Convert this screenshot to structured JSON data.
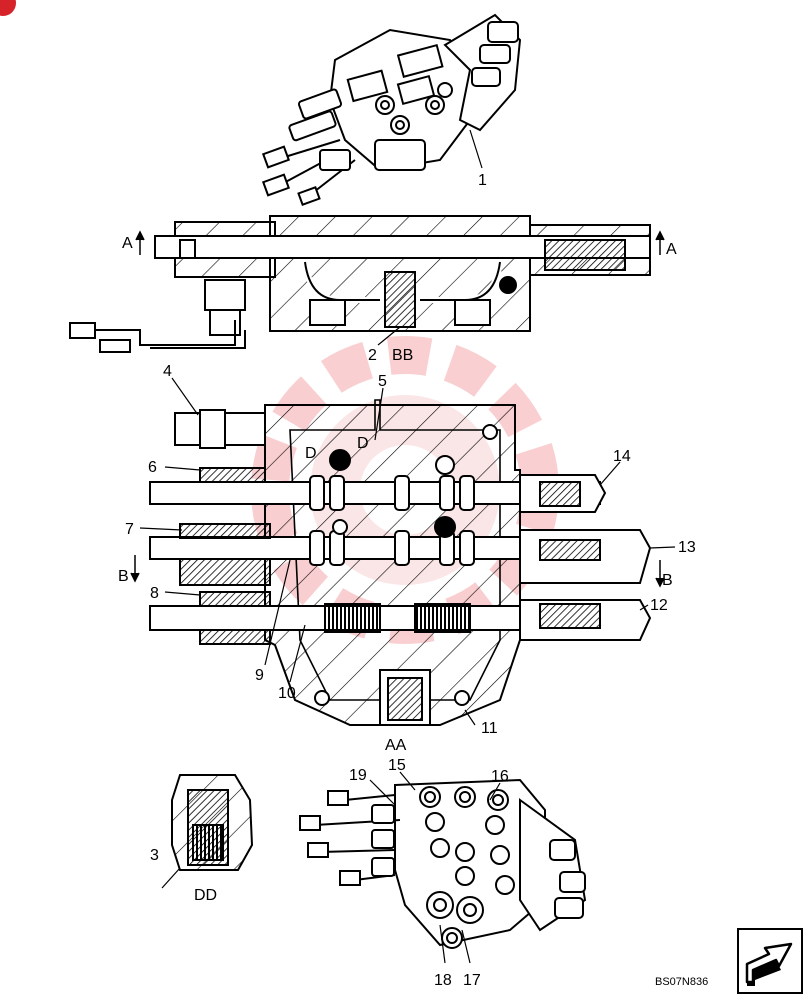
{
  "diagram": {
    "drawing_code": "BS07N836",
    "callouts": [
      "1",
      "2",
      "3",
      "4",
      "5",
      "6",
      "7",
      "8",
      "9",
      "10",
      "11",
      "12",
      "13",
      "14",
      "15",
      "16",
      "17",
      "18",
      "19"
    ],
    "section_labels": {
      "aa": "AA",
      "bb": "BB",
      "dd": "DD",
      "a_left": "A",
      "a_right": "A",
      "b_left": "B",
      "b_right": "B",
      "d_upper": "D",
      "d_lower": "D"
    }
  },
  "colors": {
    "corner_badge": "#d6232a",
    "watermark": "#e8545a",
    "line": "#000000"
  },
  "icons": {
    "nav": "next-page-arrow-icon",
    "badge": "corner-badge"
  }
}
